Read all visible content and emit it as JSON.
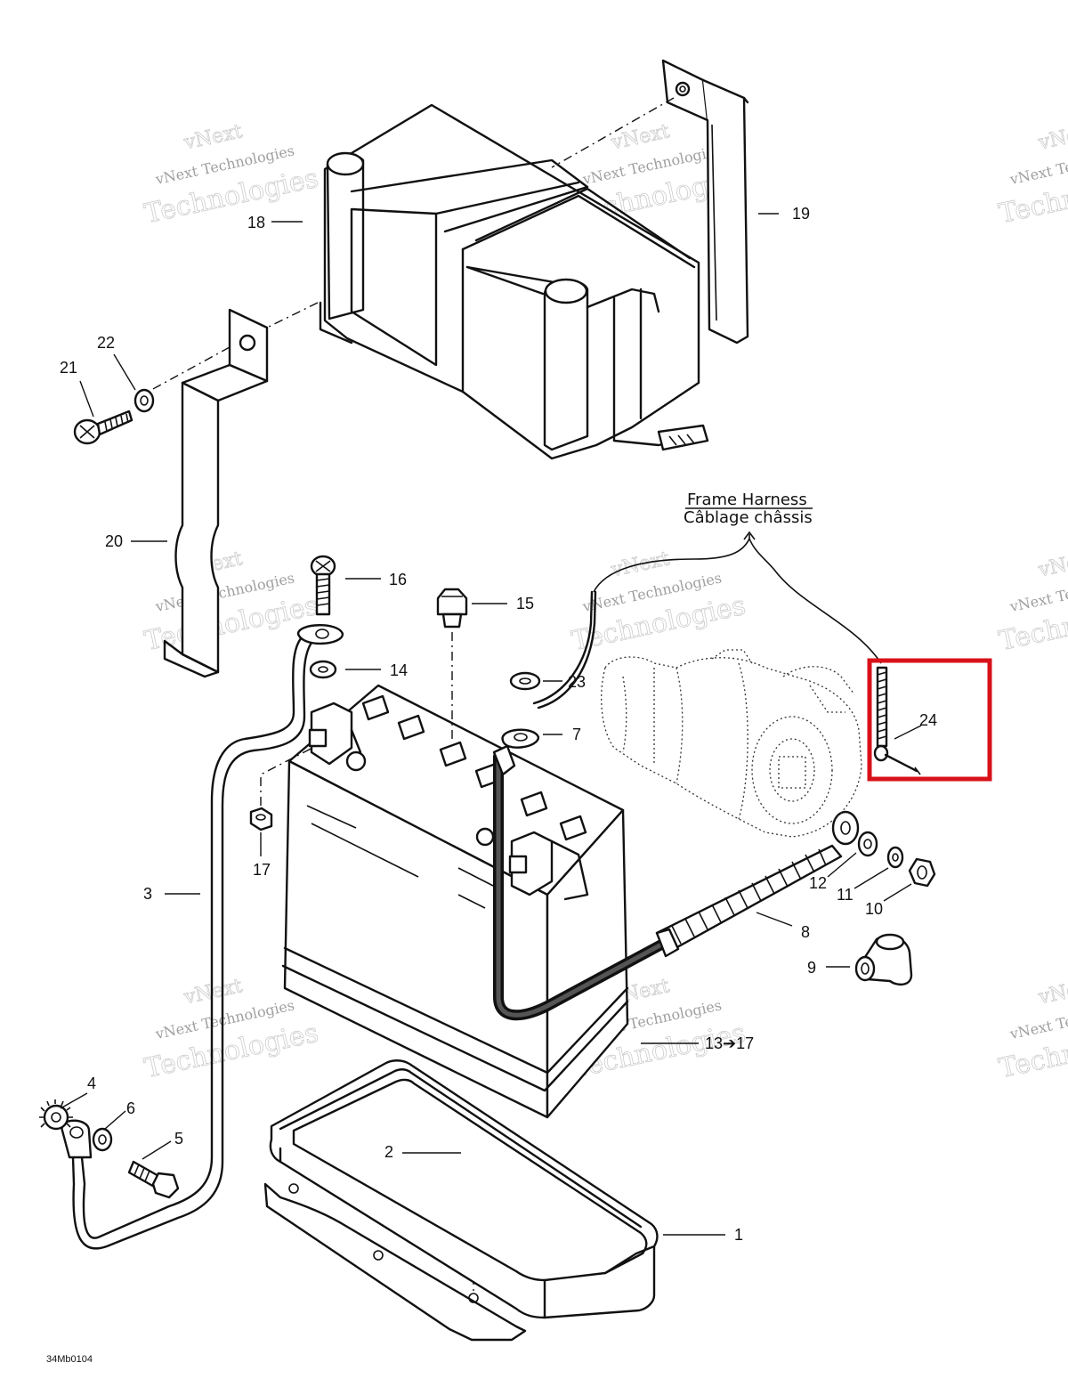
{
  "diagram": {
    "callouts": [
      {
        "id": "c1",
        "label": "1"
      },
      {
        "id": "c2",
        "label": "2"
      },
      {
        "id": "c3",
        "label": "3"
      },
      {
        "id": "c4",
        "label": "4"
      },
      {
        "id": "c5",
        "label": "5"
      },
      {
        "id": "c6",
        "label": "6"
      },
      {
        "id": "c7",
        "label": "7"
      },
      {
        "id": "c8",
        "label": "8"
      },
      {
        "id": "c9",
        "label": "9"
      },
      {
        "id": "c10",
        "label": "10"
      },
      {
        "id": "c11",
        "label": "11"
      },
      {
        "id": "c12",
        "label": "12"
      },
      {
        "id": "c13",
        "label": "13➔17"
      },
      {
        "id": "c14",
        "label": "14"
      },
      {
        "id": "c15",
        "label": "15"
      },
      {
        "id": "c16",
        "label": "16"
      },
      {
        "id": "c17",
        "label": "17"
      },
      {
        "id": "c18",
        "label": "18"
      },
      {
        "id": "c19",
        "label": "19"
      },
      {
        "id": "c20",
        "label": "20"
      },
      {
        "id": "c21",
        "label": "21"
      },
      {
        "id": "c22",
        "label": "22"
      },
      {
        "id": "c23",
        "label": "23"
      },
      {
        "id": "c24",
        "label": "24"
      }
    ],
    "frame_harness_en": "Frame Harness",
    "frame_harness_fr": "Câblage châssis",
    "drawing_code": "34Mb0104",
    "highlight_color": "#d8111a",
    "highlighted_callout": "24"
  },
  "watermark": {
    "line1": "vNext",
    "line2": "vNext Technologies",
    "line3": "Technologies"
  }
}
